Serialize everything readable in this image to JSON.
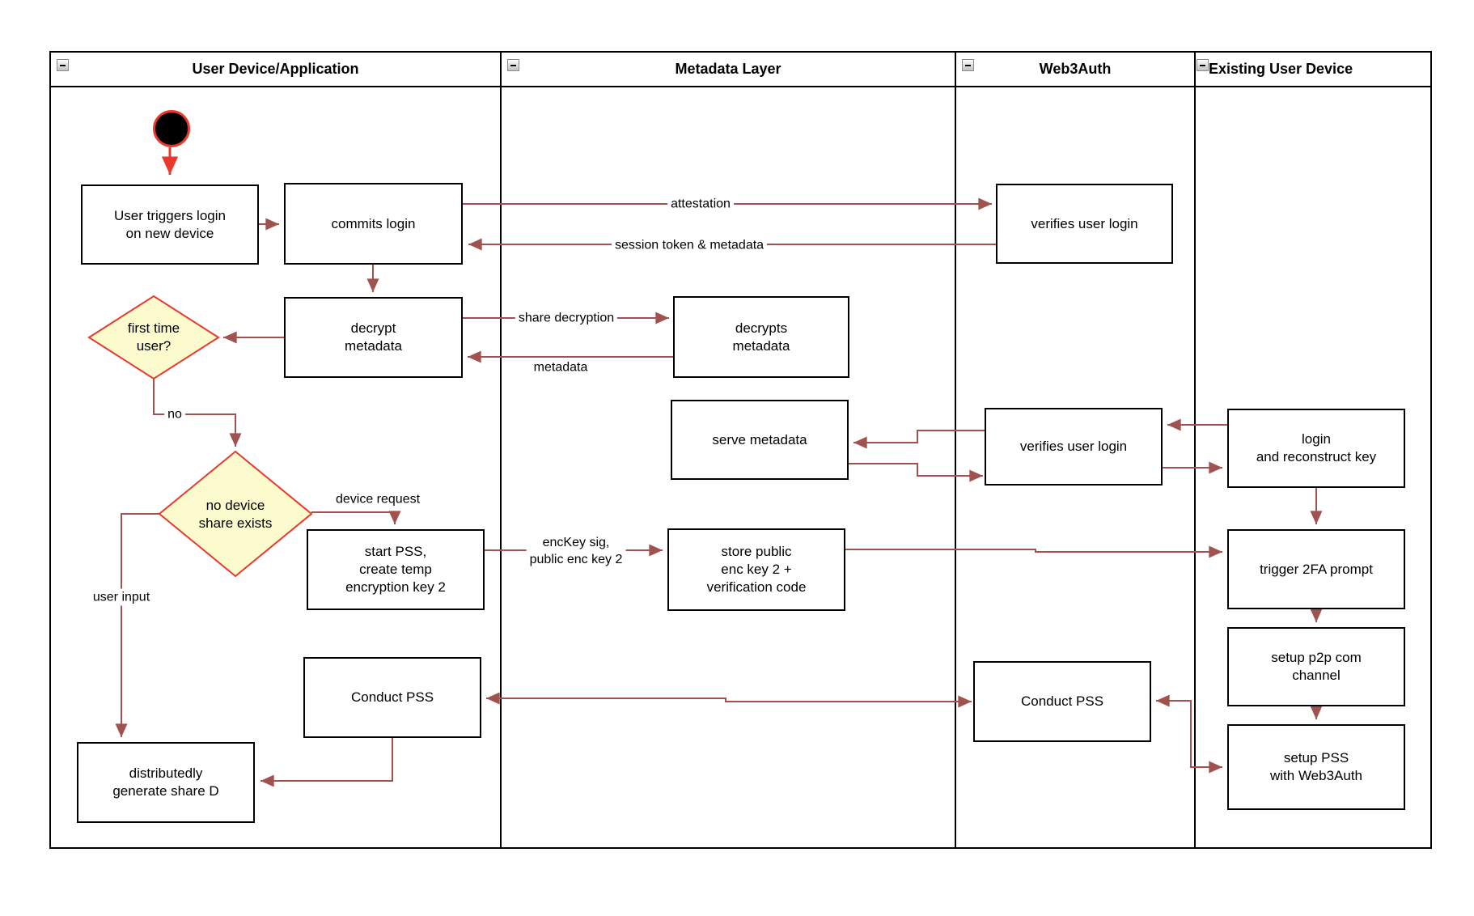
{
  "lanes": [
    {
      "label": "User Device/Application"
    },
    {
      "label": "Metadata Layer"
    },
    {
      "label": "Web3Auth"
    },
    {
      "label": "Existing User Device"
    }
  ],
  "nodes": {
    "trigger": "User triggers login\non new device",
    "commit": "commits login",
    "verify1": "verifies user login",
    "decrypt": "decrypt\nmetadata",
    "decrypts": "decrypts\nmetadata",
    "first_time": "first time\nuser?",
    "serve": "serve metadata",
    "verify2": "verifies user login",
    "login_reconstruct": "login\nand reconstruct key",
    "no_share": "no device\nshare exists",
    "start_pss": "start PSS,\ncreate temp\nencryption key 2",
    "store_pub": "store public\nenc key 2 +\nverification code",
    "trigger_2fa": "trigger 2FA prompt",
    "p2p": "setup p2p com\nchannel",
    "conduct_user": "Conduct PSS",
    "conduct_w3a": "Conduct PSS",
    "setup_pss": "setup PSS\nwith Web3Auth",
    "share_d": "distributedly\ngenerate share D"
  },
  "edge_labels": {
    "attestation": "attestation",
    "session": "session token & metadata",
    "share_decryption": "share decryption",
    "metadata": "metadata",
    "no": "no",
    "device_request": "device request",
    "enckey": "encKey sig,\npublic enc key 2",
    "user_input": "user input"
  },
  "colors": {
    "arrow": "#a0524e",
    "accent": "#e8392b",
    "diamondFill": "#fbfbce",
    "border": "#000000",
    "bg": "#ffffff"
  }
}
